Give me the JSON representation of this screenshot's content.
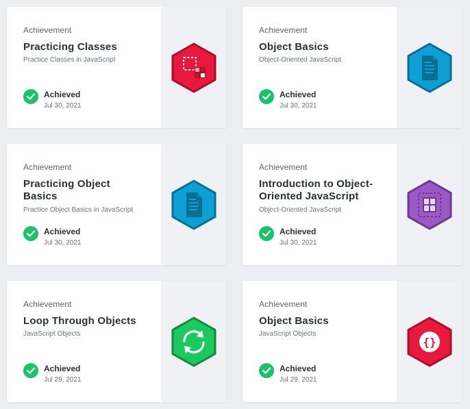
{
  "cards": [
    {
      "kicker": "Achievement",
      "title": "Practicing Classes",
      "subtitle": "Practice Classes in JavaScript",
      "status": "Achieved",
      "date": "Jul 30, 2021",
      "badge": {
        "icon": "classes-grid-icon",
        "color": "#e8193c",
        "border": "#a90f2a"
      }
    },
    {
      "kicker": "Achievement",
      "title": "Object Basics",
      "subtitle": "Object-Oriented JavaScript",
      "status": "Achieved",
      "date": "Jul 30, 2021",
      "badge": {
        "icon": "document-icon",
        "color": "#0e9fd4",
        "border": "#0a6e94"
      }
    },
    {
      "kicker": "Achievement",
      "title": "Practicing Object Basics",
      "subtitle": "Practice Object Basics in JavaScript",
      "status": "Achieved",
      "date": "Jul 30, 2021",
      "badge": {
        "icon": "document-icon",
        "color": "#0e9fd4",
        "border": "#0a6e94"
      }
    },
    {
      "kicker": "Achievement",
      "title": "Introduction to Object-Oriented JavaScript",
      "subtitle": "Object-Oriented JavaScript",
      "status": "Achieved",
      "date": "Jul 30, 2021",
      "badge": {
        "icon": "layout-grid-icon",
        "color": "#9b59c7",
        "border": "#6b3a8f"
      }
    },
    {
      "kicker": "Achievement",
      "title": "Loop Through Objects",
      "subtitle": "JavaScript Objects",
      "status": "Achieved",
      "date": "Jul 29, 2021",
      "badge": {
        "icon": "loop-arrows-icon",
        "color": "#1bc95e",
        "border": "#128a40"
      }
    },
    {
      "kicker": "Achievement",
      "title": "Object Basics",
      "subtitle": "JavaScript Objects",
      "status": "Achieved",
      "date": "Jul 29, 2021",
      "badge": {
        "icon": "curly-braces-icon",
        "color": "#e8193c",
        "border": "#a90f2a"
      }
    }
  ],
  "colors": {
    "page_bg": "#eceef1",
    "check_green": "#1bc16b",
    "side_bg": "#eff1f4"
  }
}
